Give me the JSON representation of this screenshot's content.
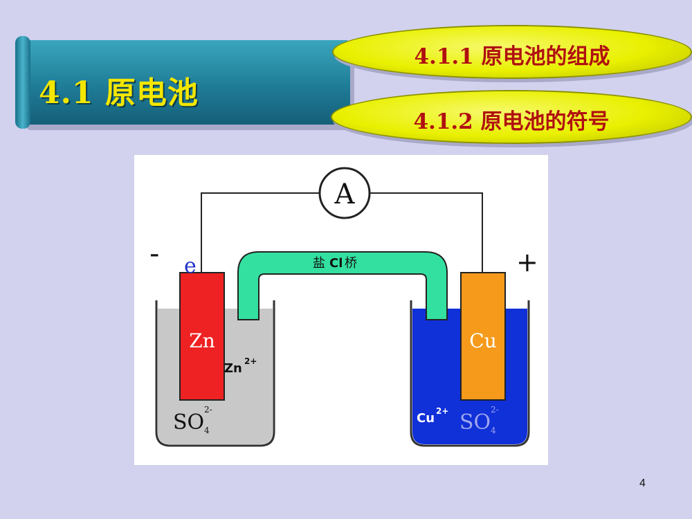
{
  "slide": {
    "title": "4.1  原电池",
    "subtopics": [
      "4.1.1  原电池的组成",
      "4.1.2  原电池的符号"
    ],
    "page_number": "4"
  },
  "diagram": {
    "ammeter_label": "A",
    "minus_sign": "-",
    "plus_sign": "+",
    "electron_label": "e",
    "salt_bridge_label": "盐",
    "salt_bridge_ion": "Cl",
    "salt_bridge_label_end": "桥",
    "zn_electrode": "Zn",
    "zn_ion": "Zn",
    "zn_ion_charge": "2+",
    "left_anion": "SO",
    "left_anion_sub": "4",
    "left_anion_charge": "2-",
    "cu_electrode": "Cu",
    "cu_ion": "Cu",
    "cu_ion_charge": "2+",
    "right_anion": "SO",
    "right_anion_sub": "4",
    "right_anion_charge": "2-",
    "colors": {
      "zn": "#ee2222",
      "cu": "#f59a1a",
      "left_solution": "#c8c8c8",
      "right_solution": "#1030d8",
      "salt_bridge": "#33e0a0"
    }
  }
}
